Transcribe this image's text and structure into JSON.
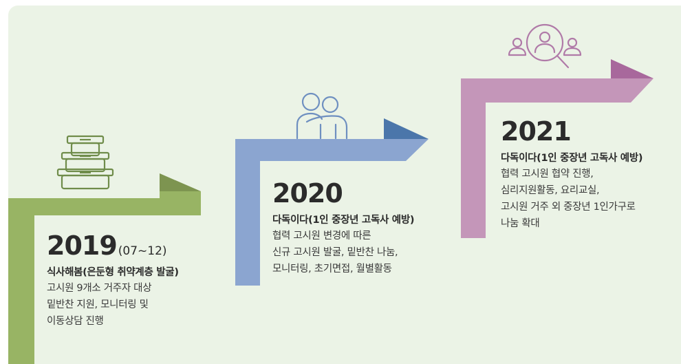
{
  "colors": {
    "background": "#ebf3e6",
    "step_2019": "#98b464",
    "arrow_2019": "#7d9450",
    "step_2020": "#8ba5d0",
    "arrow_2020": "#4b76aa",
    "step_2021": "#c496b9",
    "arrow_2021": "#a8689c"
  },
  "steps": [
    {
      "year": "2019",
      "period": "(07~12)",
      "program": "식사해봄(은둔형 취약계층 발굴)",
      "details": [
        "고시원 9개소 거주자 대상",
        "밑반찬 지원, 모니터링 및",
        "이동상담 진행"
      ],
      "icon": "food-container-icon"
    },
    {
      "year": "2020",
      "period": "",
      "program": "다독이다(1인 중장년 고독사 예방)",
      "details": [
        "협력 고시원 변경에 따른",
        "신규 고시원 발굴, 밑반찬 나눔,",
        "모니터링, 초기면접, 월별활동"
      ],
      "icon": "embracing-people-icon"
    },
    {
      "year": "2021",
      "period": "",
      "program": "다독이다(1인 중장년 고독사 예방)",
      "details": [
        "협력 고시원 협약 진행,",
        "심리지원활동, 요리교실,",
        "고시원 거주 외 중장년 1인가구로",
        "나눔 확대"
      ],
      "icon": "people-search-icon"
    }
  ]
}
